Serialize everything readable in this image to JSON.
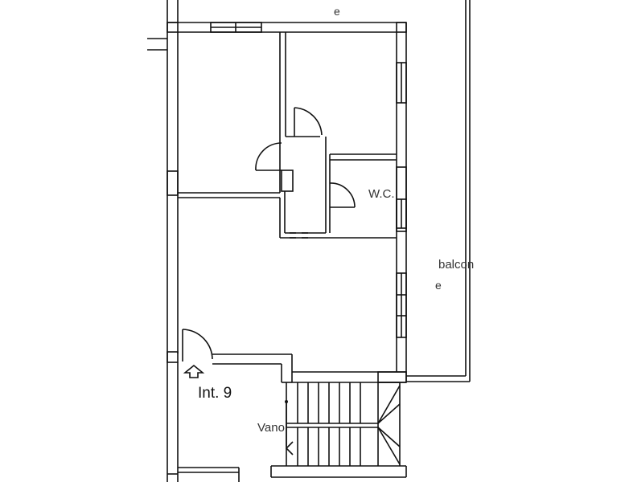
{
  "plan": {
    "labels": {
      "top_marker": "e",
      "wc": "W.C.",
      "balcony": "balcon",
      "balcony_marker": "e",
      "unit": "Int. 9",
      "stairwell": "Vano"
    },
    "colors": {
      "background": "#ffffff",
      "line": "#111111",
      "label": "#333333"
    },
    "icons": {
      "entrance_arrow": "up-arrow-outline-icon"
    }
  }
}
